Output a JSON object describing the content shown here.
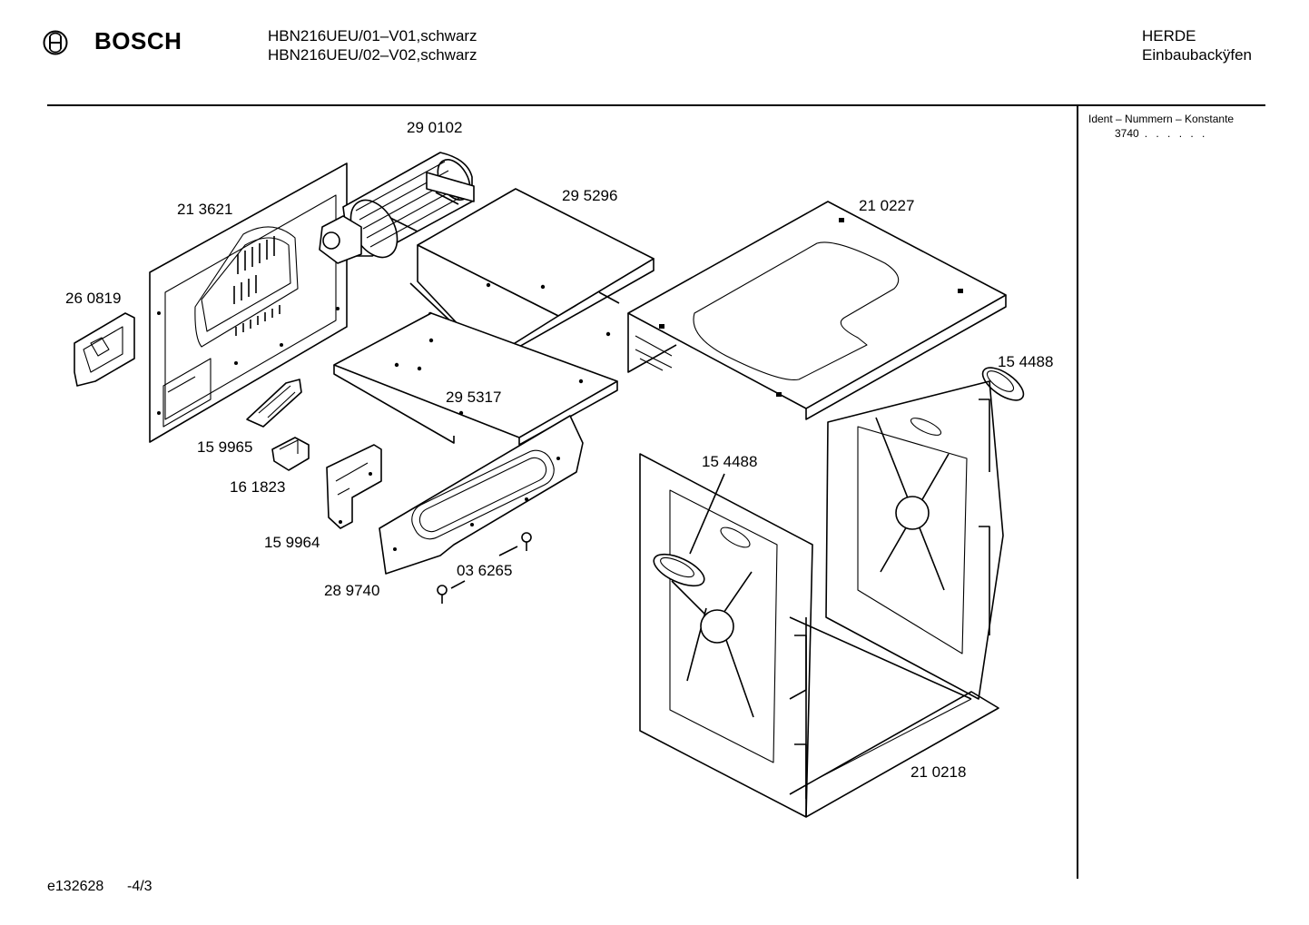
{
  "header": {
    "brand": "BOSCH",
    "models": [
      "HBN216UEU/01–V01,schwarz",
      "HBN216UEU/02–V02,schwarz"
    ],
    "category": [
      "HERDE",
      "Einbaubackÿfen"
    ]
  },
  "ident": {
    "title": "Ident – Nummern – Konstante",
    "value": "3740",
    "dots": ". . . . . ."
  },
  "footer": {
    "doc_id": "e132628",
    "page": "-4/3"
  },
  "parts": [
    {
      "id": "p-290102",
      "label": "29 0102"
    },
    {
      "id": "p-213621",
      "label": "21 3621"
    },
    {
      "id": "p-295296",
      "label": "29 5296"
    },
    {
      "id": "p-210227",
      "label": "21 0227"
    },
    {
      "id": "p-260819",
      "label": "26 0819"
    },
    {
      "id": "p-154488-right",
      "label": "15 4488"
    },
    {
      "id": "p-295317",
      "label": "29 5317"
    },
    {
      "id": "p-159965",
      "label": "15 9965"
    },
    {
      "id": "p-154488-left",
      "label": "15 4488"
    },
    {
      "id": "p-161823",
      "label": "16 1823"
    },
    {
      "id": "p-036265",
      "label": "03 6265"
    },
    {
      "id": "p-159964",
      "label": "15 9964"
    },
    {
      "id": "p-289740",
      "label": "28 9740"
    },
    {
      "id": "p-210218",
      "label": "21 0218"
    }
  ]
}
